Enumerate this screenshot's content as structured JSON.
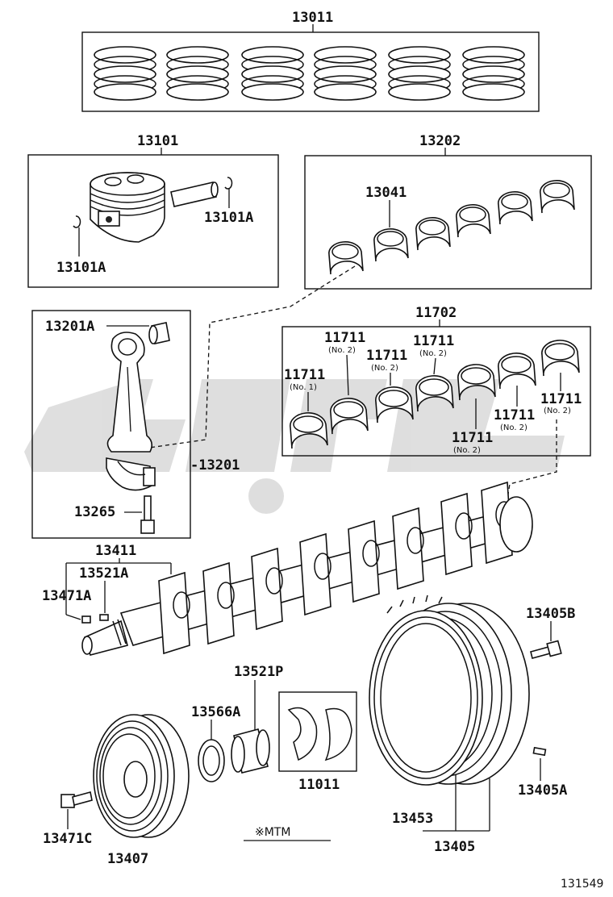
{
  "labels": {
    "piston_rings": "13011",
    "piston_sub": "13101",
    "piston_clip_right": "13101A",
    "piston_clip_left": "13101A",
    "conrod_bearing_set": "13202",
    "conrod_bearing": "13041",
    "conrod_bushing": "13201A",
    "conrod_assy": "-13201",
    "conrod_bolt": "13265",
    "crank_bearing_set": "11702",
    "crank_bearing_1": "11711",
    "crank_bearing_1_note": "(No. 1)",
    "crank_bearing_2": "11711",
    "crank_bearing_2_note": "(No. 2)",
    "crank_bearing_3": "11711",
    "crank_bearing_3_note": "(No. 2)",
    "crank_bearing_4": "11711",
    "crank_bearing_4_note": "(No. 2)",
    "crank_bearing_5": "11711",
    "crank_bearing_5_note": "(No. 2)",
    "crank_bearing_6": "11711",
    "crank_bearing_6_note": "(No. 2)",
    "crank_bearing_7": "11711",
    "crank_bearing_7_note": "(No. 2)",
    "crankshaft": "13411",
    "crank_key": "13521A",
    "crank_plug": "13471A",
    "flywheel_bolt": "13405B",
    "pilot_bushing": "13405A",
    "crank_gear": "13521P",
    "crank_slinger": "13566A",
    "thrust_washer": "11011",
    "pulley_bolt": "13471C",
    "crank_pulley": "13407",
    "ring_gear": "13453",
    "flywheel": "13405",
    "transmission_note": "※MTM",
    "figure_number": "131549"
  },
  "colors": {
    "line": "#111111",
    "watermark": "#d9d9d9",
    "background": "#ffffff"
  }
}
